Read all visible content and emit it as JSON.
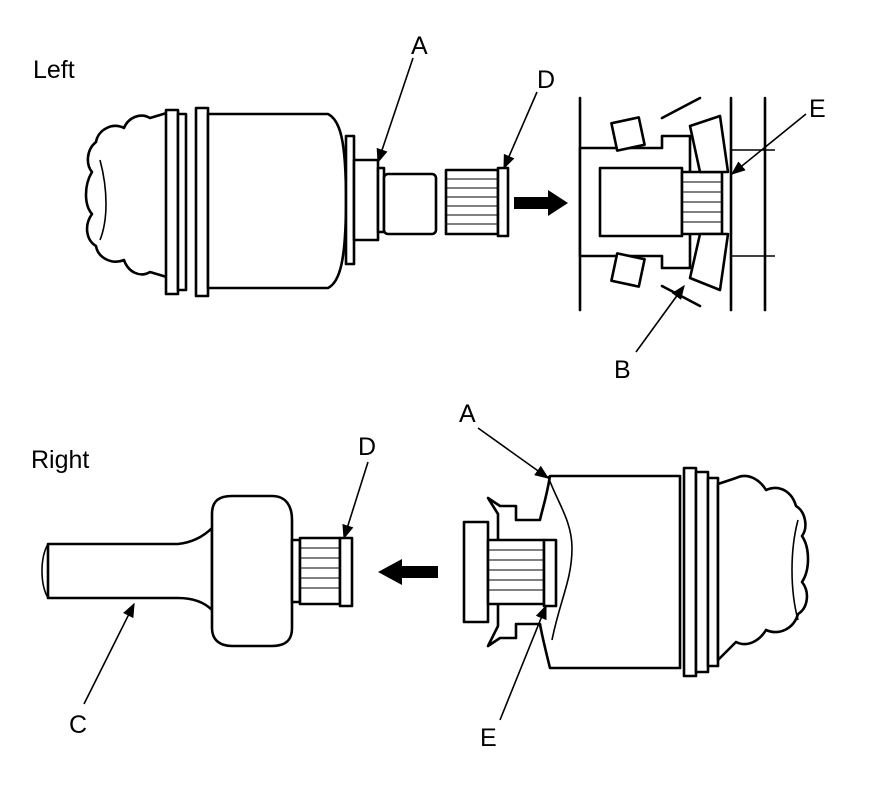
{
  "views": {
    "left": {
      "title": "Left"
    },
    "right": {
      "title": "Right"
    }
  },
  "callouts": {
    "left_a": "A",
    "left_d": "D",
    "left_e": "E",
    "left_b": "B",
    "right_a": "A",
    "right_d": "D",
    "right_c": "C",
    "right_e": "E"
  },
  "icons": {
    "install_arrow": "arrow-right-icon",
    "remove_arrow": "arrow-left-icon"
  }
}
